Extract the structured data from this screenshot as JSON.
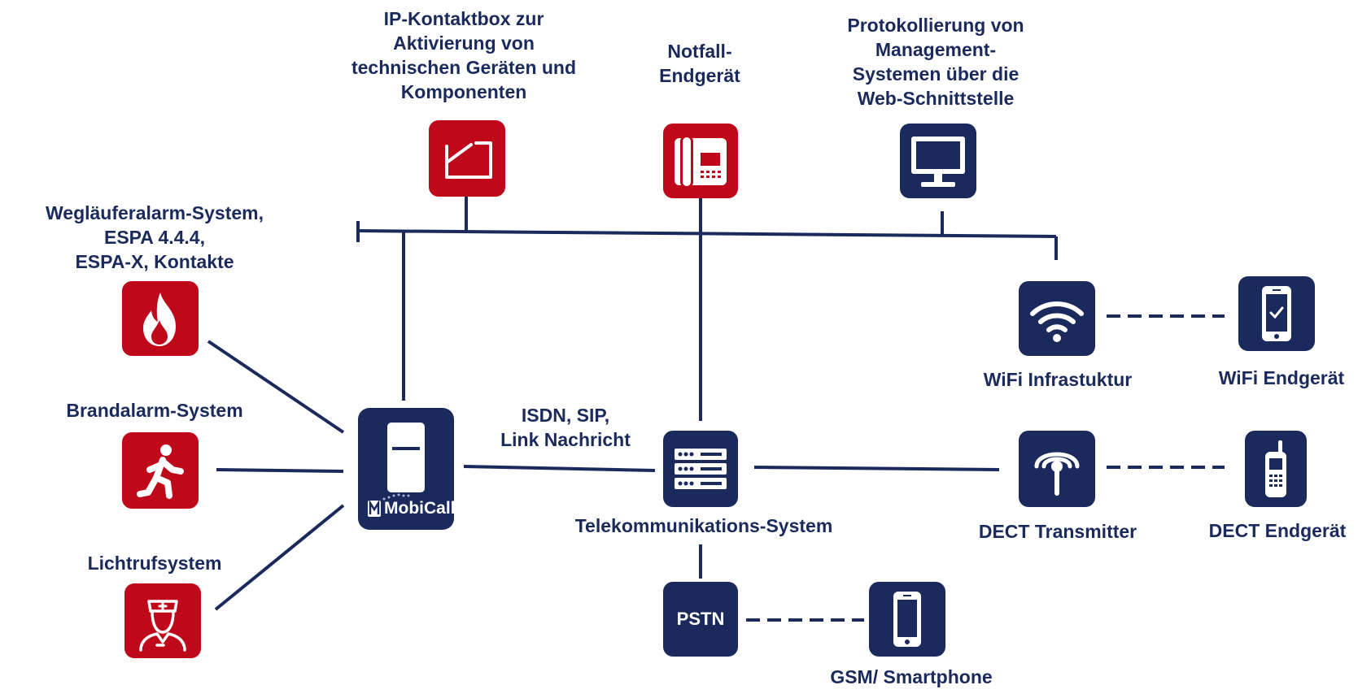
{
  "colors": {
    "navy": "#1b2a5c",
    "red": "#c0081b",
    "white": "#ffffff"
  },
  "labels": {
    "ip_box": "IP-Kontaktbox zur\nAktivierung von\ntechnischen Geräten und\nKomponenten",
    "notfall": "Notfall-\nEndgerät",
    "protokoll": "Protokollierung von\nManagement-\nSystemen über die\nWeb-Schnittstelle",
    "weglaeufer": "Wegläuferalarm-System,\nESPA 4.4.4,\nESPA-X, Kontakte",
    "brand": "Brandalarm-System",
    "lichtruf": "Lichtrufsystem",
    "isdn": "ISDN, SIP,\nLink Nachricht",
    "telekom": "Telekommunikations-System",
    "wifi_infra": "WiFi Infrastuktur",
    "wifi_end": "WiFi Endgerät",
    "dect_tx": "DECT Transmitter",
    "dect_end": "DECT Endgerät",
    "gsm": "GSM/ Smartphone",
    "pstn": "PSTN",
    "mobicall": "MobiCall"
  },
  "icons": {
    "ip_box": "switch-box-icon",
    "notfall": "desk-phone-icon",
    "protokoll": "monitor-icon",
    "weglaeufer": "flame-icon",
    "brand": "running-person-icon",
    "lichtruf": "nurse-icon",
    "mobicall": "mobicall-server-icon",
    "telekom": "server-rack-icon",
    "wifi_infra": "wifi-icon",
    "wifi_end": "smartphone-check-icon",
    "dect_tx": "antenna-icon",
    "dect_end": "dect-handset-icon",
    "gsm": "smartphone-icon"
  }
}
